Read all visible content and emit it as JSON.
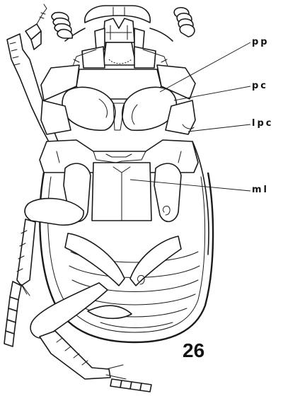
{
  "figure_number": "26",
  "labels": {
    "pp": "pp",
    "pc": "pc",
    "lpc": "lpc",
    "ml": "ml"
  }
}
